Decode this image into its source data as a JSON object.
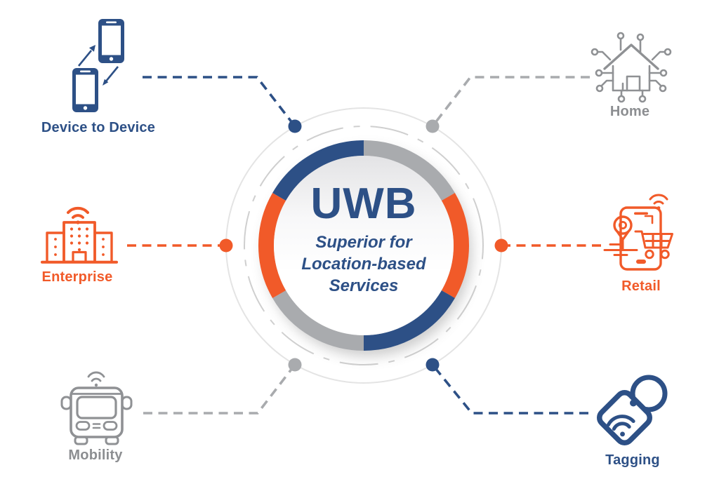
{
  "colors": {
    "blue": "#2d5086",
    "orange": "#f15a29",
    "gray": "#a9abae",
    "icon_gray": "#8f9194",
    "label_gray": "#8c8e91",
    "ring_shadow": "#8f8f8f",
    "outer_circle": "#e4e4e4",
    "dashed_circle": "#cfcfcf",
    "white": "#ffffff"
  },
  "center": {
    "title": "UWB",
    "subtitle_lines": [
      "Superior for",
      "Location-based",
      "Services"
    ]
  },
  "ring": {
    "segments": [
      {
        "position": "top-right",
        "color": "gray"
      },
      {
        "position": "right",
        "color": "orange"
      },
      {
        "position": "bottom-right",
        "color": "blue"
      },
      {
        "position": "bottom-left",
        "color": "gray"
      },
      {
        "position": "left",
        "color": "orange"
      },
      {
        "position": "top-left",
        "color": "blue"
      }
    ]
  },
  "nodes": [
    {
      "label": "Device to Device",
      "position": "top-left",
      "color": "blue",
      "icon": "device-to-device-icon"
    },
    {
      "label": "Home",
      "position": "top-right",
      "color": "gray",
      "icon": "smart-home-icon"
    },
    {
      "label": "Enterprise",
      "position": "left",
      "color": "orange",
      "icon": "enterprise-building-icon"
    },
    {
      "label": "Retail",
      "position": "right",
      "color": "orange",
      "icon": "retail-shopping-icon"
    },
    {
      "label": "Mobility",
      "position": "bottom-left",
      "color": "gray",
      "icon": "mobility-bus-icon"
    },
    {
      "label": "Tagging",
      "position": "bottom-right",
      "color": "blue",
      "icon": "tagging-tag-icon"
    }
  ]
}
